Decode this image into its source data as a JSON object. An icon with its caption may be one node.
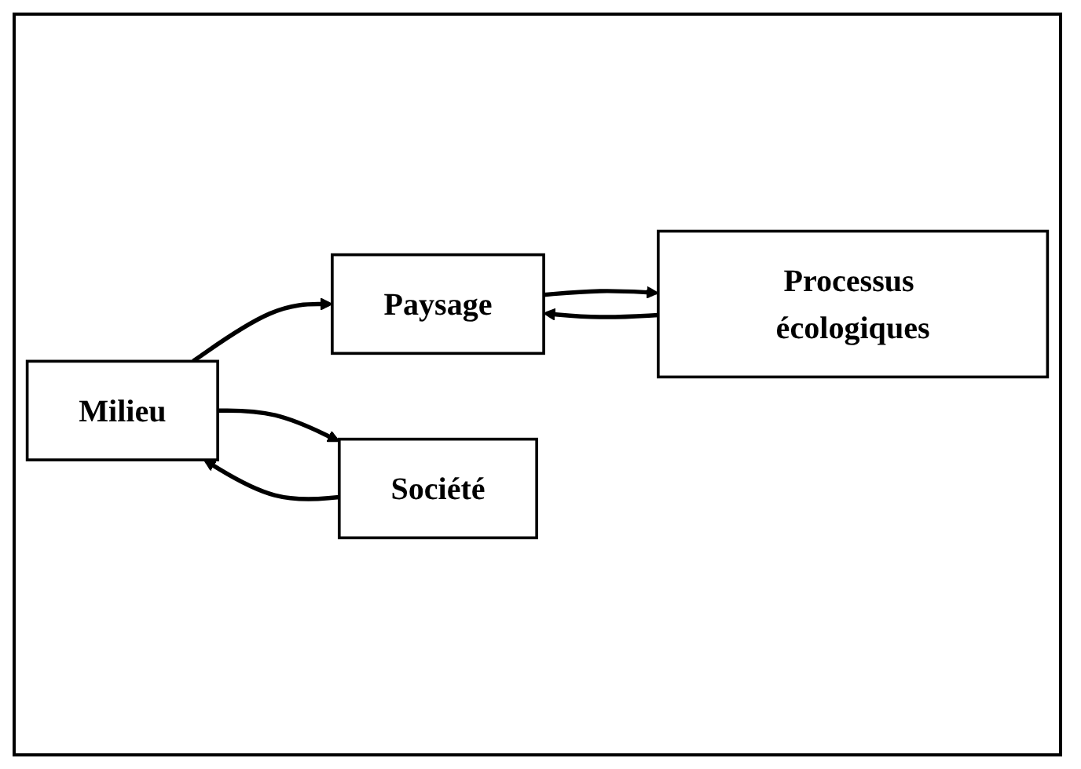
{
  "diagram": {
    "nodes": [
      {
        "text": [
          "Milieu"
        ]
      },
      {
        "text": [
          "Processus écologiques"
        ]
      },
      {
        "text": [
          "Paysage"
        ]
      },
      {
        "text": [
          "Société"
        ]
      }
    ],
    "edges": [
      {
        "from": 3,
        "to": 0,
        "arrow": "to"
      },
      {
        "from": 0,
        "to": 3,
        "arrow": "to"
      },
      {
        "from": 0,
        "to": 2,
        "arrow": "to"
      },
      {
        "from": 2,
        "to": 1,
        "arrow": "to"
      },
      {
        "from": 1,
        "to": 2,
        "arrow": "to"
      }
    ]
  }
}
